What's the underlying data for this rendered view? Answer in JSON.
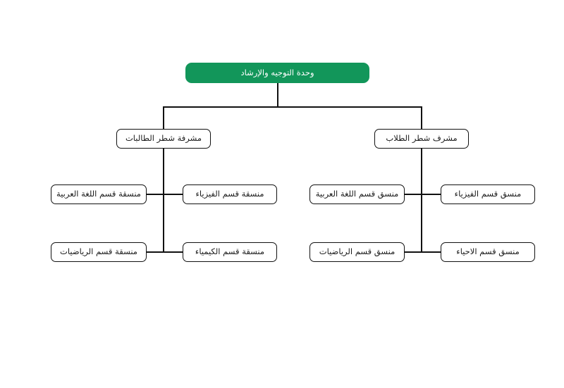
{
  "diagram": {
    "title_text": "وحدة التوجيه والإرشاد",
    "type": "organizational-chart",
    "background_color": "#ffffff",
    "accent_color": "#12965a",
    "line_color": "#111111",
    "box_border_color": "#111111",
    "box_fill_color": "#ffffff",
    "root_text_color": "#ffffff",
    "node_text_color": "#1a1a1a"
  },
  "root": {
    "label": "وحدة التوجيه والإرشاد"
  },
  "branches": [
    {
      "id": "female-section",
      "supervisor_label": "مشرفة شطر الطالبات",
      "children": [
        {
          "label": "منسقة قسم الفيزياء"
        },
        {
          "label": "منسقة قسم اللغة العربية"
        },
        {
          "label": "منسقة قسم الكيمياء"
        },
        {
          "label": "منسقة قسم الرياضيات"
        }
      ]
    },
    {
      "id": "male-section",
      "supervisor_label": "مشرف شطر الطلاب",
      "children": [
        {
          "label": "منسق قسم الفيزياء"
        },
        {
          "label": "منسق قسم اللغة العربية"
        },
        {
          "label": "منسق قسم الاحياء"
        },
        {
          "label": "منسق قسم الرياضيات"
        }
      ]
    }
  ]
}
